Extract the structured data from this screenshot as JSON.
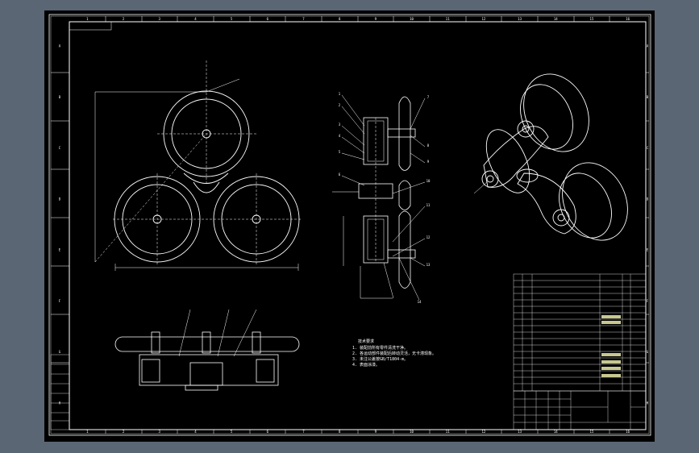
{
  "drawing": {
    "zone_label": "",
    "technical_notes": {
      "title": "技术要求",
      "lines": [
        "1. 装配前所有零件清洗干净。",
        "2. 各运动部件装配后转动灵活，无卡滞现象。",
        "3. 未注公差按GB/T1804-m。",
        "4. 表面涂漆。"
      ]
    },
    "frame_numbers_top": [
      "1",
      "2",
      "3",
      "4",
      "5",
      "6",
      "7",
      "8",
      "9",
      "10",
      "11",
      "12",
      "13",
      "14",
      "15",
      "16"
    ],
    "frame_letters_side": [
      "A",
      "B",
      "C",
      "D",
      "E",
      "F",
      "G",
      "H"
    ],
    "part_balloons_section": [
      "1",
      "2",
      "3",
      "4",
      "5",
      "6",
      "7",
      "8",
      "9",
      "10",
      "11",
      "12",
      "13",
      "14"
    ],
    "colors": {
      "canvas": "#000000",
      "outer_window": "#5b6675",
      "lines": "#ffffff",
      "accent": "#c8c890"
    }
  }
}
